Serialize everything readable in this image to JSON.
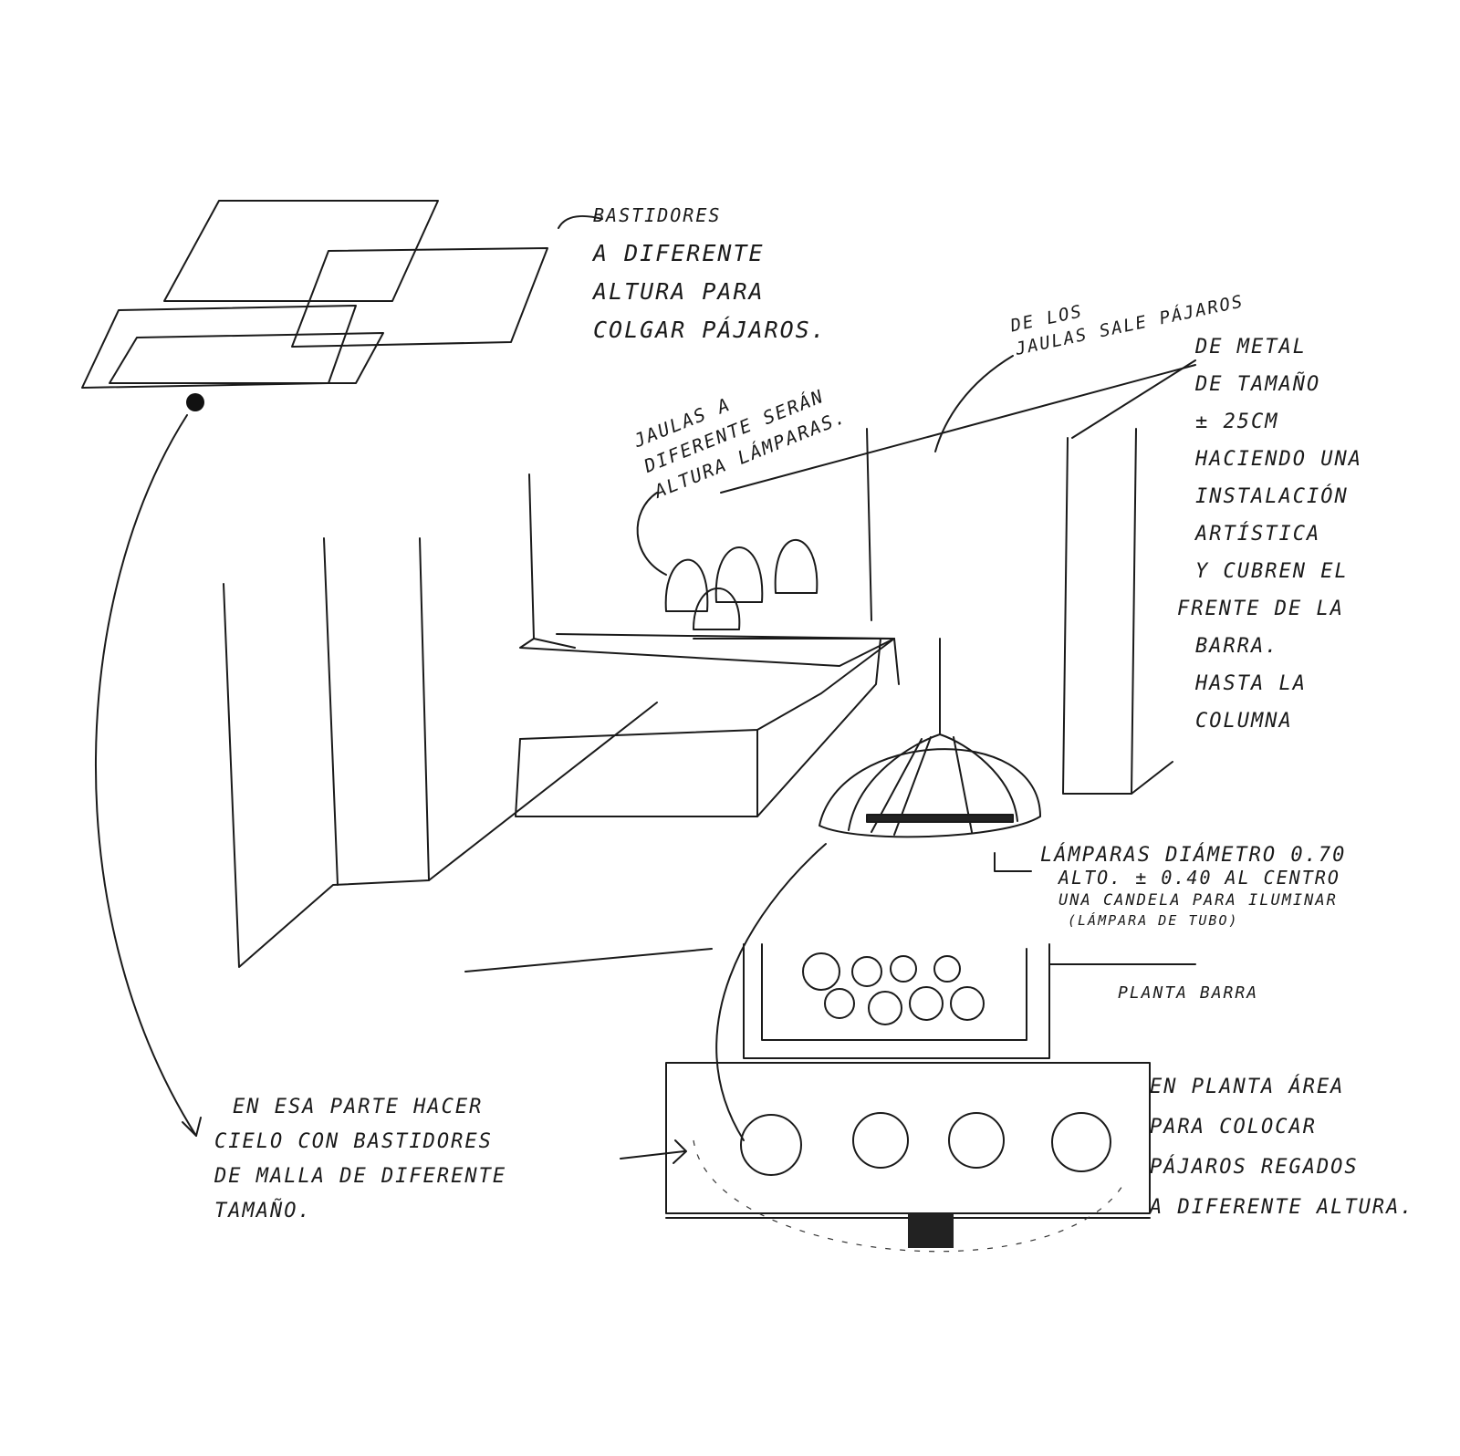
{
  "notes": {
    "bastidores": [
      "Bastidores",
      "a diferente",
      "altura para",
      "colgar pájaros."
    ],
    "jaulas_lamparas": [
      "Jaulas a",
      "diferente serán",
      "altura lámparas."
    ],
    "pajaros_metal": [
      "De los",
      "jaulas sale pájaros",
      "de metal",
      "de tamaño",
      "± 25cm",
      "haciendo una",
      "instalación",
      "artística",
      "y cubren el",
      "frente de la",
      "barra.",
      "Hasta la",
      "columna"
    ],
    "lamparas": [
      "Lámparas diámetro 0.70",
      "alto. ± 0.40 al centro",
      "una candela para iluminar",
      "(lámpara de tubo)"
    ],
    "planta_barra": "Planta barra",
    "planta_area": [
      "En planta área",
      "para colocar",
      "pájaros regados",
      "a diferente altura."
    ],
    "cielo": [
      "En esa parte hacer",
      "cielo con bastidores",
      "de malla de diferente",
      "tamaño."
    ]
  }
}
